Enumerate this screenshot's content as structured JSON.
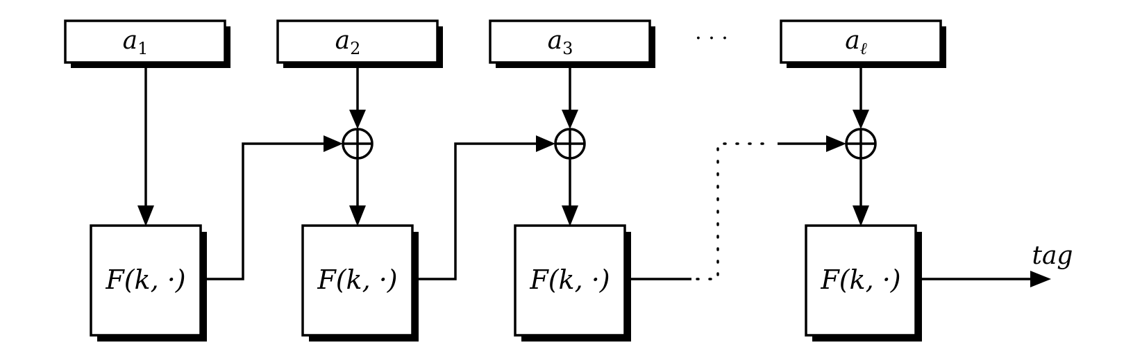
{
  "inputs": [
    {
      "base": "a",
      "sub": "1"
    },
    {
      "base": "a",
      "sub": "2"
    },
    {
      "base": "a",
      "sub": "3"
    },
    {
      "base": "a",
      "sub": "ℓ"
    }
  ],
  "ellipsis": "· · ·",
  "block_label": {
    "main": "F",
    "args": "(k, ·)"
  },
  "output_label": "tag"
}
